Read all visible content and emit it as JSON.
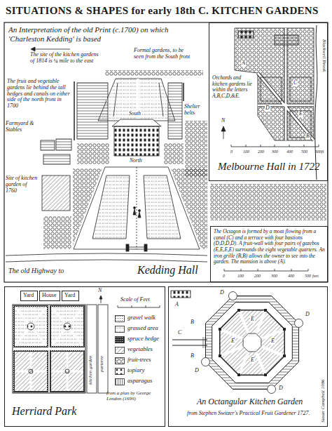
{
  "diagram": {
    "title": "SITUATIONS & SHAPES for early 18th C. KITCHEN GARDENS",
    "nodes": [
      {
        "text": [
          "An Interpretation of the old Print (c.1700) on which 'Charleston Kedding' is based",
          "Kedding Hall"
        ]
      },
      {
        "text": [
          "Melbourne Hall in 1722",
          "Orchards and kitchen gardens lie within the letters A,B,C,D,&E."
        ]
      },
      {
        "text": [
          "The Octagon is formed by a moat flowing from a canal (C) and a terrace with four bastions (D,D,D,D). A fruit-wall with four pairs of gazebos (E,E,E,E) surrounds the eight vegetable quarters. An iron grille (B,B) allows the owner to see into the garden. The mansion is above (A)."
        ]
      },
      {
        "text": [
          "Herriard Park",
          "from a plan by George London (1699)"
        ]
      },
      {
        "text": [
          "Yard"
        ],
        "in": 3
      },
      {
        "text": [
          "House"
        ],
        "in": 3
      },
      {
        "text": [
          "Yard"
        ],
        "in": 3
      },
      {
        "text": [
          "An Octangular Kitchen Garden",
          "from Stephen Switzer's Practical Fruit Gardener 1727."
        ]
      }
    ],
    "labels": [
      "The site of the kitchen gardens of 1814 is ¼ mile to the east",
      "Formal gardens, to be seen from the South front",
      "The fruit and vegetable gardens lie behind the tall hedges and canals on either side of the north front in 1700",
      "Shelter belts",
      "South",
      "North",
      "Farmyard & Stables",
      "Site of kitchen garden of 1760",
      "The old Highway to",
      "A",
      "B",
      "C",
      "D",
      "E",
      "N",
      "0",
      "100",
      "200",
      "300",
      "400",
      "500",
      "600ft",
      "Blackwell Brook",
      "0",
      "100",
      "200",
      "300",
      "400",
      "500",
      "feet",
      "N",
      "kitchen garden",
      "parterre",
      "Scale of Feet",
      "A",
      "B",
      "B",
      "C",
      "D",
      "D",
      "D",
      "D",
      "E",
      "E",
      "E",
      "E",
      "Susan Campbell 1986"
    ],
    "legend": [
      {
        "text": "gravel walk"
      },
      {
        "text": "grassed area"
      },
      {
        "text": "spruce hedge"
      },
      {
        "text": "vegetables"
      },
      {
        "text": "fruit-trees"
      },
      {
        "text": "topiary"
      },
      {
        "text": "asparagus"
      }
    ]
  }
}
